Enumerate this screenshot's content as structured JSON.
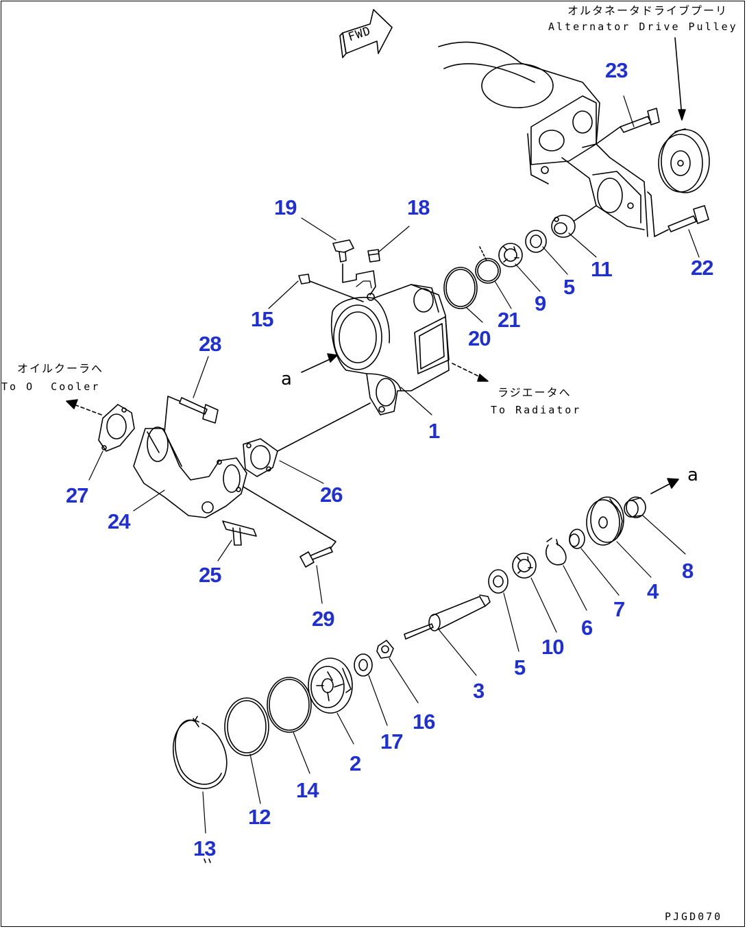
{
  "diagram": {
    "figure_code": "PJGD070",
    "annotations": {
      "alternator_jp": "オルタネータドライブプーリ",
      "alternator_en": "Alternator Drive Pulley",
      "oil_cooler_jp": "オイルクーラへ",
      "oil_cooler_en": "To O  Cooler",
      "radiator_jp": "ラジエータへ",
      "radiator_en": "To Radiator",
      "fwd": "FWD",
      "view_a_left": "a",
      "view_a_right": "a"
    },
    "callouts": [
      "1",
      "2",
      "3",
      "4",
      "5",
      "5",
      "6",
      "7",
      "8",
      "9",
      "10",
      "11",
      "12",
      "13",
      "14",
      "15",
      "16",
      "17",
      "18",
      "19",
      "20",
      "21",
      "22",
      "23",
      "24",
      "25",
      "26",
      "27",
      "28",
      "29"
    ]
  }
}
